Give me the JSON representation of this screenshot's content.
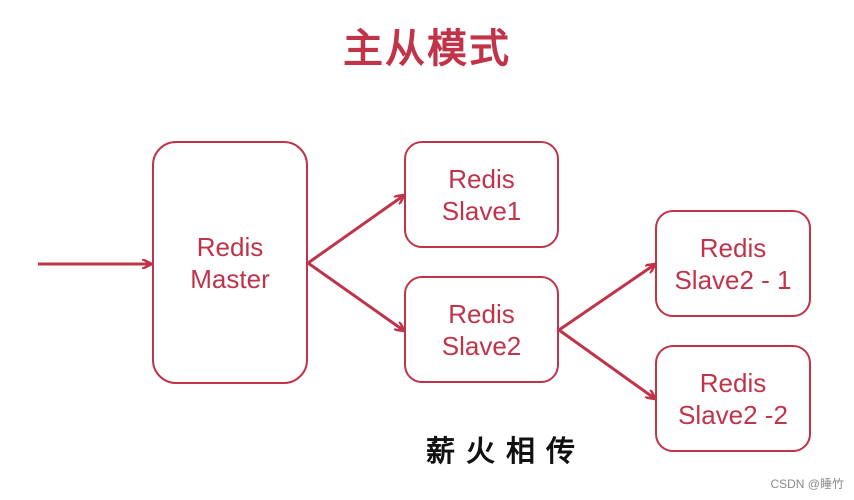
{
  "title": "主从模式",
  "caption": "薪火相传",
  "watermark": "CSDN @睡竹",
  "colors": {
    "accent": "#c0344a",
    "caption": "#111111",
    "watermark": "#8a8a8a"
  },
  "nodes": {
    "master": {
      "line1": "Redis",
      "line2": "Master"
    },
    "slave1": {
      "line1": "Redis",
      "line2": "Slave1"
    },
    "slave2": {
      "line1": "Redis",
      "line2": "Slave2"
    },
    "slave2_1": {
      "line1": "Redis",
      "line2": "Slave2 - 1"
    },
    "slave2_2": {
      "line1": "Redis",
      "line2": "Slave2 -2"
    }
  },
  "edges": [
    {
      "from": "input",
      "to": "master"
    },
    {
      "from": "master",
      "to": "slave1"
    },
    {
      "from": "master",
      "to": "slave2"
    },
    {
      "from": "slave2",
      "to": "slave2_1"
    },
    {
      "from": "slave2",
      "to": "slave2_2"
    }
  ]
}
